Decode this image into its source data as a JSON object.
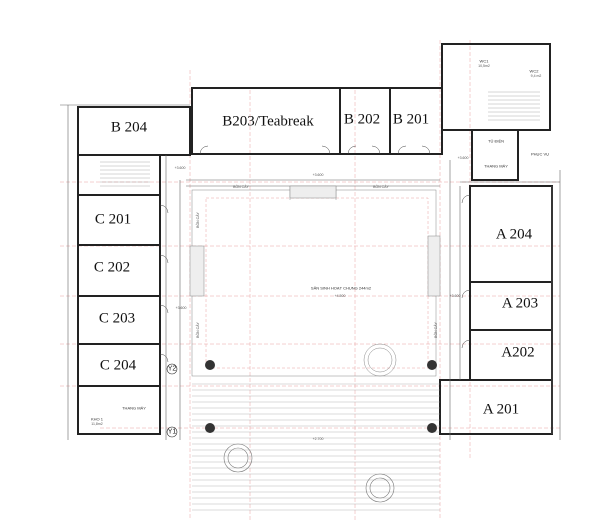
{
  "rooms": {
    "b204": "B 204",
    "b203": "B203/Teabreak",
    "b202": "B 202",
    "b201": "B 201",
    "c201": "C 201",
    "c202": "C 202",
    "c203": "C 203",
    "c204": "C 204",
    "a204": "A 204",
    "a203": "A 203",
    "a202": "A202",
    "a201": "A 201"
  },
  "small_labels": {
    "wc1": "WC1",
    "wc1_area": "10,5m2",
    "wc2": "WC2",
    "wc2_area": "9,4 m2",
    "tu_dien": "TỦ ĐIỆN",
    "thang_may_right": "THANG MÁY",
    "phuc_vu": "PHỤC VỤ",
    "thang_may_left": "THANG MÁY",
    "kho": "KHO 1",
    "kho_area": "11,8m2",
    "san_sinh_hoat": "SÂN SINH HOẠT CHUNG 244m2",
    "level_center": "+4.500",
    "level_bottom": "+2.700",
    "level_a": "+3.600",
    "level_b": "+3.600",
    "level_c": "+3.600",
    "level_d": "+3.600",
    "level_e": "+3.600"
  },
  "planters": {
    "top_left": "BỒN CÂY",
    "top_right": "BỒN CÂY",
    "left_upper": "BỒN CÂY",
    "left_lower": "BỒN CÂY",
    "right_lower": "BỒN CÂY"
  },
  "axes": {
    "y1": "Y1",
    "y2": "Y2"
  },
  "colors": {
    "wall": "#222222",
    "grid": "#e8a0a0",
    "line": "#666666",
    "fill_wall": "#cccccc"
  }
}
